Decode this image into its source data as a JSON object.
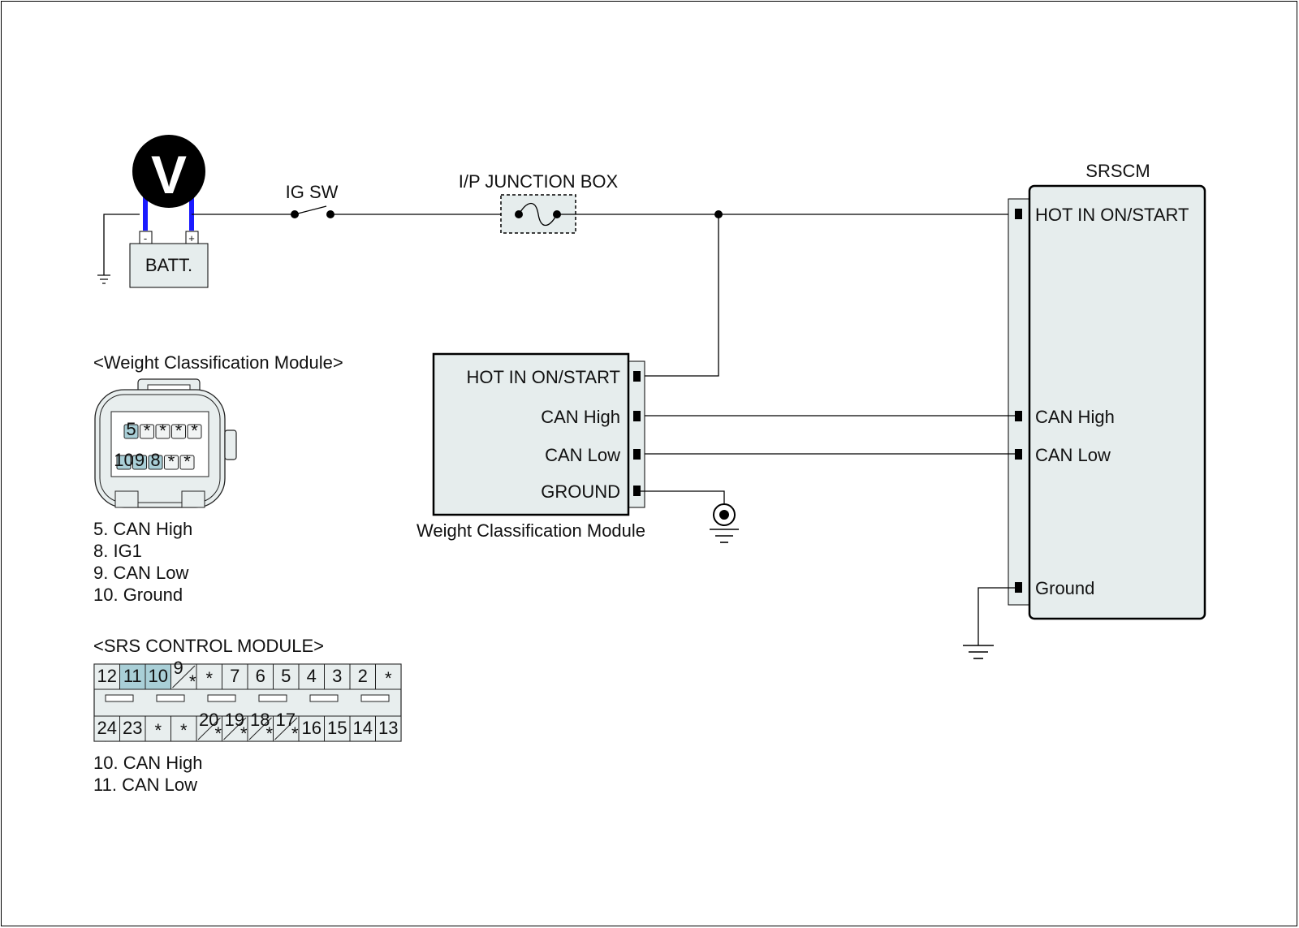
{
  "diagram": {
    "voltmeter": {
      "symbol": "V",
      "icon": "voltmeter-icon"
    },
    "battery": {
      "label": "BATT.",
      "neg": "-",
      "pos": "+"
    },
    "ig_switch": {
      "label": "IG SW"
    },
    "junction_box": {
      "label": "I/P JUNCTION BOX"
    },
    "srscm": {
      "title": "SRSCM",
      "pins": [
        "HOT IN ON/START",
        "CAN High",
        "CAN Low",
        "Ground"
      ]
    },
    "wcm": {
      "caption": "Weight Classification Module",
      "pins": [
        "HOT IN ON/START",
        "CAN High",
        "CAN Low",
        "GROUND"
      ]
    }
  },
  "wcm_connector": {
    "title": "<Weight Classification Module>",
    "top_row": [
      "5",
      "*",
      "*",
      "*",
      "*"
    ],
    "bottom_row": [
      "10",
      "9",
      "8",
      "*",
      "*"
    ],
    "highlighted": [
      "5",
      "10",
      "9",
      "8"
    ],
    "legend": [
      "5. CAN High",
      "8. IG1",
      "9. CAN Low",
      "10. Ground"
    ]
  },
  "srs_connector": {
    "title": "<SRS CONTROL MODULE>",
    "top_row": [
      "12",
      "11",
      "10",
      "9/*",
      "*",
      "7",
      "6",
      "5",
      "4",
      "3",
      "2",
      "*"
    ],
    "bottom_row": [
      "24",
      "23",
      "*",
      "*",
      "20/*",
      "19/*",
      "18/*",
      "17/*",
      "16",
      "15",
      "14",
      "13"
    ],
    "highlighted": [
      "11",
      "10"
    ],
    "legend": [
      "10. CAN High",
      "11. CAN Low"
    ]
  },
  "colors": {
    "wire_blue": "#1a1aff",
    "box_fill": "#e6eded",
    "pin_highlight": "#a9cfd7"
  }
}
